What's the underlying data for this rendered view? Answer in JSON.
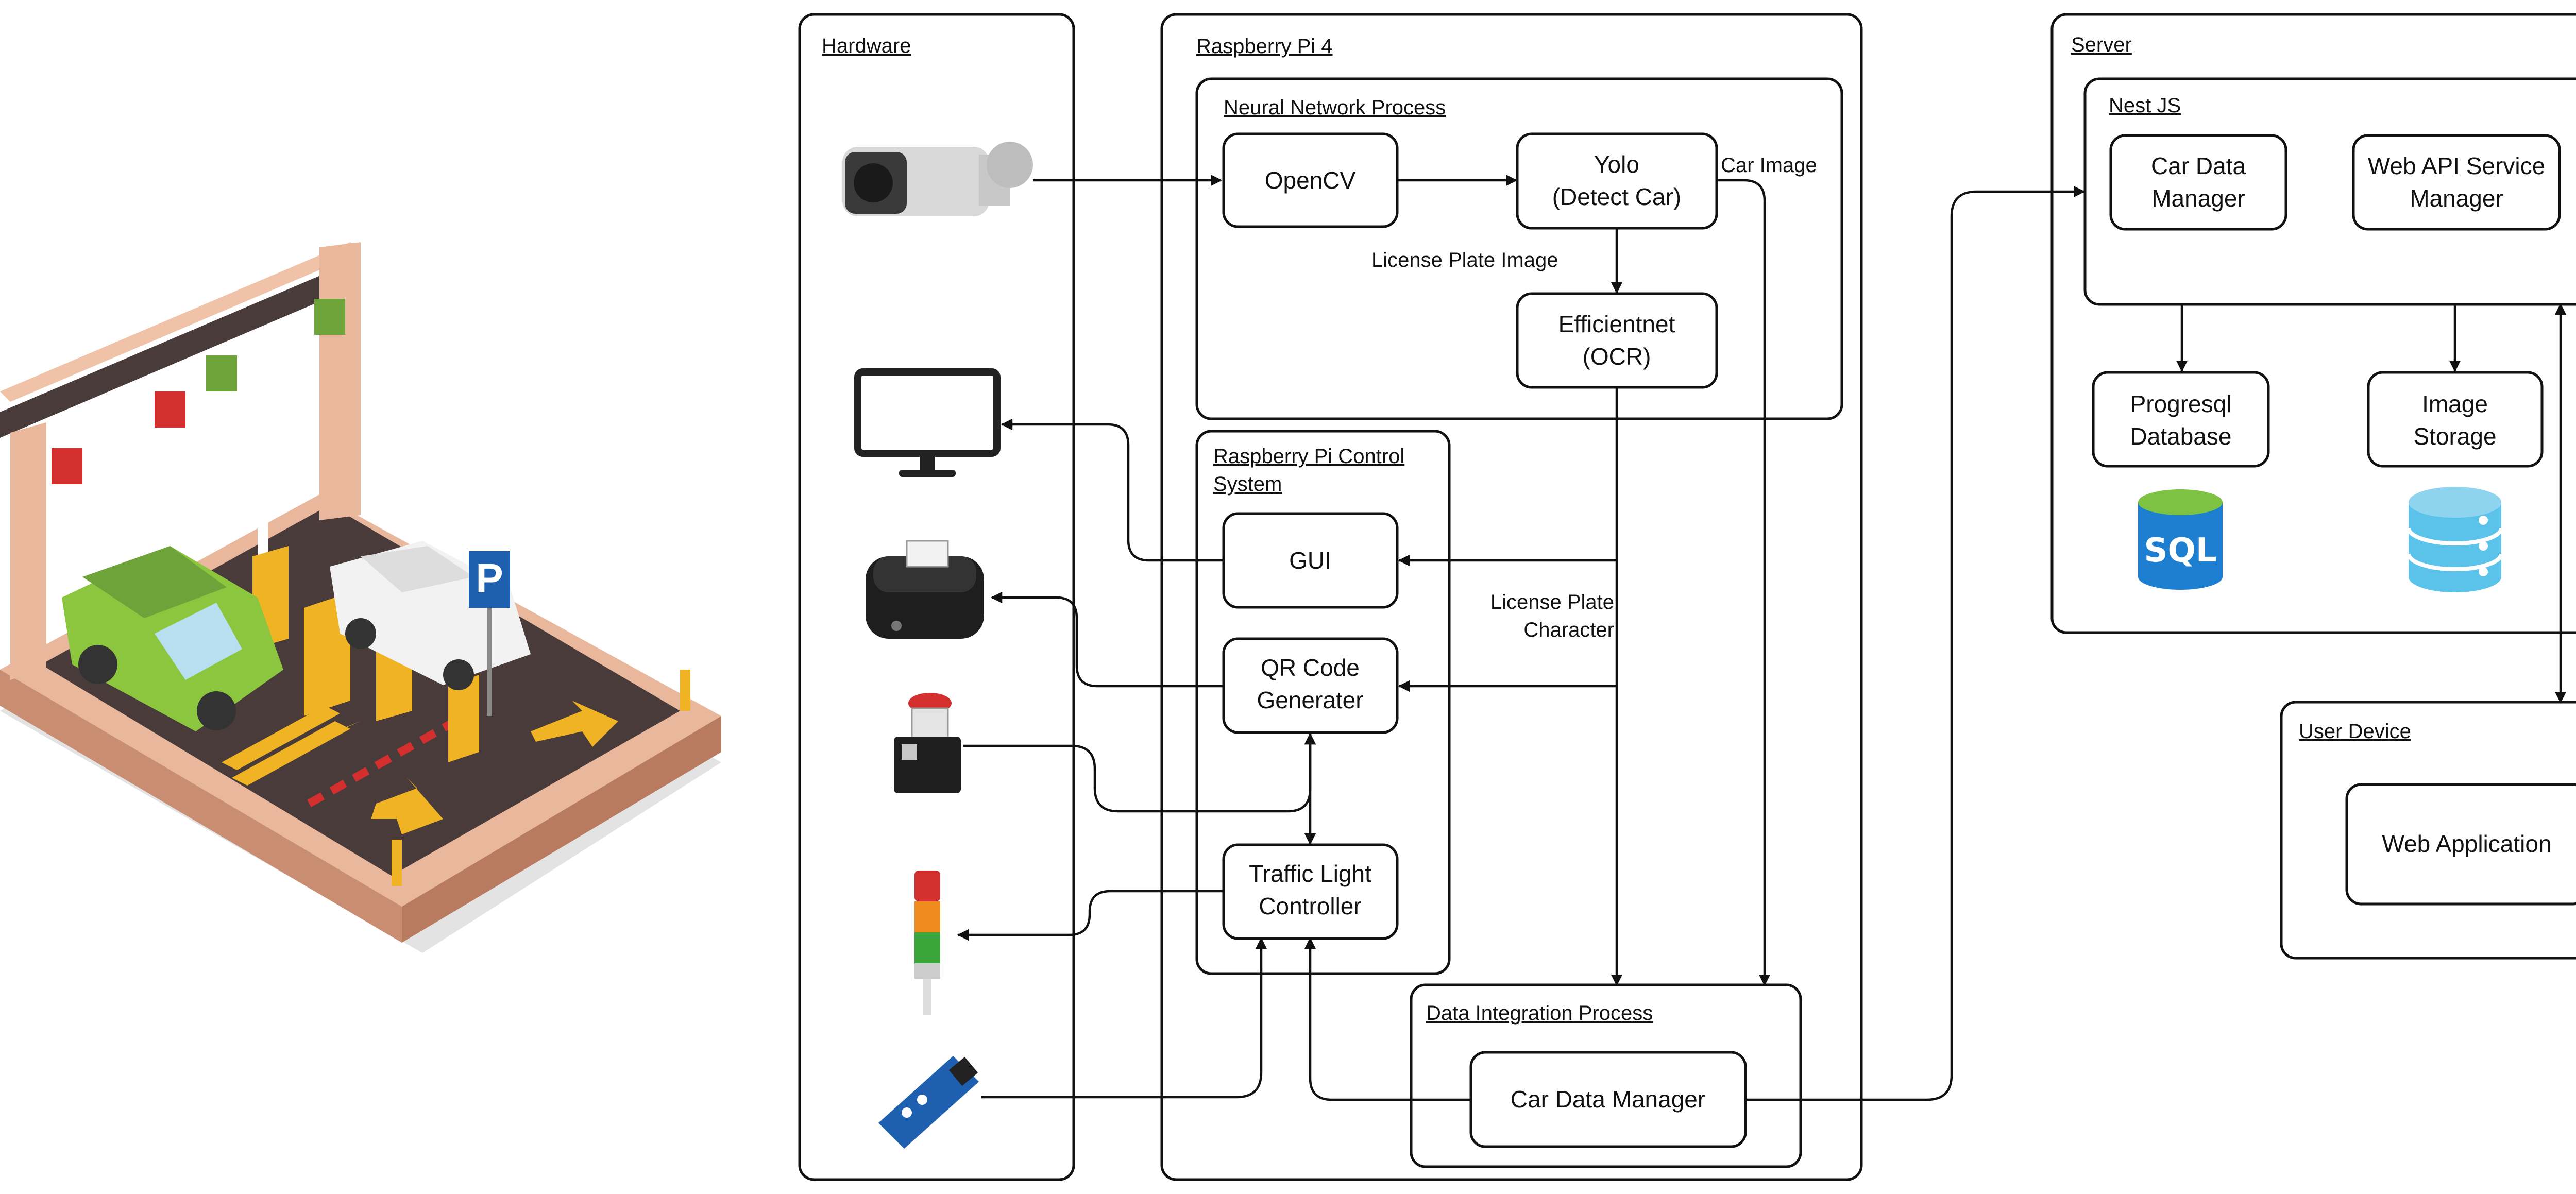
{
  "groups": {
    "hardware": "Hardware",
    "raspberry_pi_4": "Raspberry Pi 4",
    "neural_network_process": "Neural Network Process",
    "control_system_line1": "Raspberry Pi Control",
    "control_system_line2": "System",
    "data_integration_process": "Data Integration Process",
    "server": "Server",
    "nest_js": "Nest JS",
    "user_device": "User Device"
  },
  "nodes": {
    "opencv": "OpenCV",
    "yolo_line1": "Yolo",
    "yolo_line2": "(Detect Car)",
    "efficientnet_line1": "Efficientnet",
    "efficientnet_line2": "(OCR)",
    "gui": "GUI",
    "qr_line1": "QR Code",
    "qr_line2": "Generater",
    "traffic_line1": "Traffic Light",
    "traffic_line2": "Controller",
    "car_data_manager_pi": "Car Data Manager",
    "car_data_manager_server_line1": "Car Data",
    "car_data_manager_server_line2": "Manager",
    "web_api_line1": "Web API Service",
    "web_api_line2": "Manager",
    "postgres_line1": "Progresql",
    "postgres_line2": "Database",
    "image_storage_line1": "Image",
    "image_storage_line2": "Storage",
    "web_application": "Web Application"
  },
  "edge_labels": {
    "car_image": "Car Image",
    "license_plate_image": "License Plate Image",
    "license_plate_char_line1": "License Plate",
    "license_plate_char_line2": "Character"
  },
  "icons": {
    "sql_text": "SQL",
    "hardware_icons": [
      "camera-icon",
      "monitor-icon",
      "receipt-printer-icon",
      "push-button-icon",
      "signal-tower-light-icon",
      "ir-sensor-icon"
    ],
    "illustration": "parking-lot-illustration"
  },
  "colors": {
    "stroke": "#111111",
    "sql_blue": "#1e7fd0",
    "sql_top": "#7dc242",
    "storage_blue": "#5bc3ea",
    "parking_asphalt": "#4a3b3b",
    "parking_base": "#e8b79c",
    "car_green": "#8cc63f",
    "barrier_yellow": "#f0b323"
  }
}
